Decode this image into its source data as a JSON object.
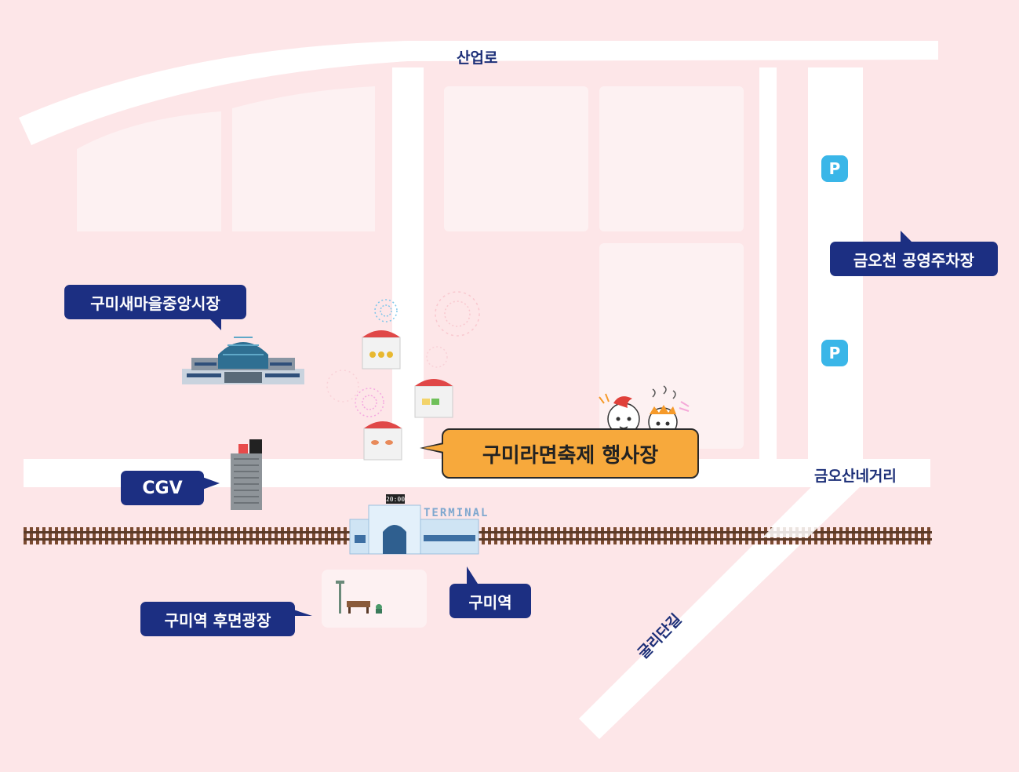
{
  "roads": {
    "sanup": "산업로",
    "geumo_intersection": "금오산네거리",
    "gulidan": "굴리단길"
  },
  "places": {
    "market": "구미새마을중앙시장",
    "parking_lot": "금오천 공영주차장",
    "cgv": "CGV",
    "festival": "구미라면축제 행사장",
    "station": "구미역",
    "rear_plaza": "구미역 후면광장"
  },
  "signs": {
    "parking_symbol": "P",
    "terminal": "TERMINAL",
    "clock": "20:00"
  },
  "colors": {
    "background": "#fde6e8",
    "block": "#fdf1f2",
    "road": "#ffffff",
    "label_bubble": "#1c2f82",
    "festival_bubble": "#f7a93c",
    "parking": "#3ab6e8"
  }
}
